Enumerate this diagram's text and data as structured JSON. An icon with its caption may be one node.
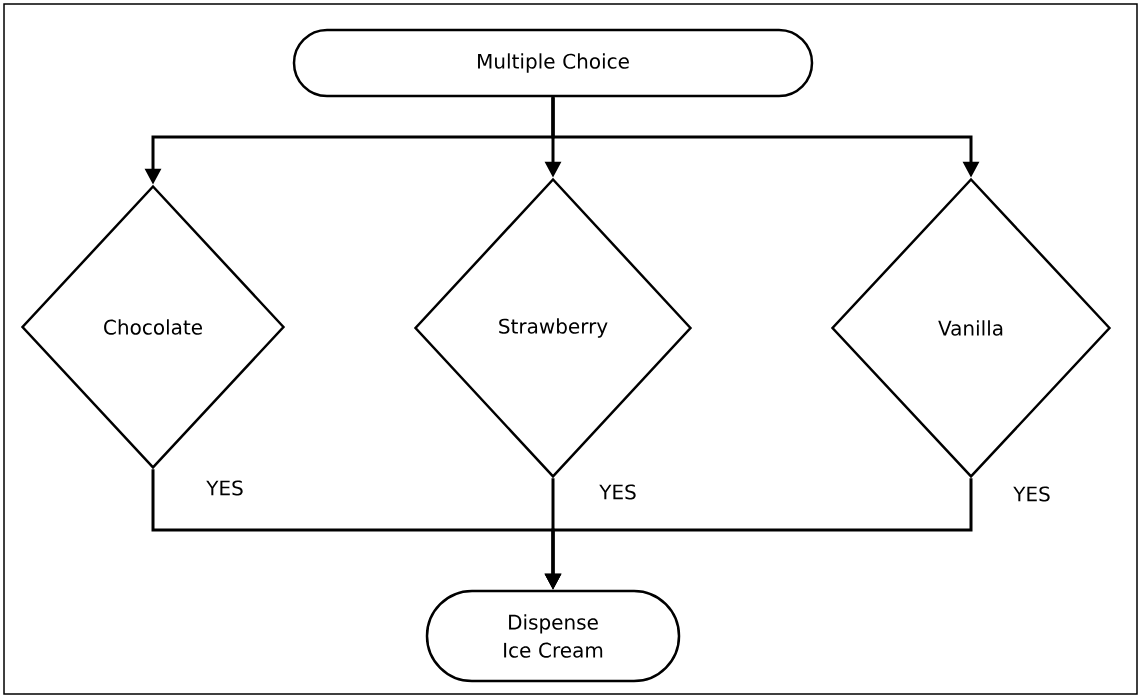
{
  "diagram": {
    "nodes": [
      {
        "text": [
          "Multiple Choice"
        ]
      },
      {
        "text": [
          "Chocolate"
        ]
      },
      {
        "text": [
          "Strawberry"
        ]
      },
      {
        "text": [
          "Vanilla"
        ]
      },
      {
        "text": [
          "Dispense Ice Cream"
        ]
      }
    ],
    "edges": [
      {
        "from": 0,
        "to": 1,
        "arrow": "to"
      },
      {
        "from": 0,
        "to": 2,
        "arrow": "to"
      },
      {
        "from": 0,
        "to": 3,
        "arrow": "to"
      },
      {
        "from": 1,
        "to": 4,
        "arrow": "to",
        "label": "YES"
      },
      {
        "from": 2,
        "to": 4,
        "arrow": "to",
        "label": "YES"
      },
      {
        "from": 3,
        "to": 4,
        "arrow": "to",
        "label": "YES"
      }
    ]
  }
}
